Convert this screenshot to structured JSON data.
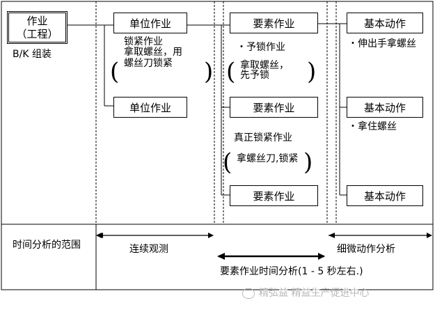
{
  "root": {
    "title_line1": "作业",
    "title_line2": "（工程）",
    "subtitle": "B/K 组装"
  },
  "col1": {
    "unit1": "单位作业",
    "note_line1": "锁紧作业",
    "note_line2": "拿取螺丝，用",
    "note_line3": "螺丝刀锁紧",
    "unit2": "单位作业"
  },
  "col2": {
    "elem1": "要素作业",
    "note1_title": "・予锁作业",
    "note1_line1": "拿取螺丝，",
    "note1_line2": "先予锁",
    "elem2": "要素作业",
    "note2_title": "真正锁紧作业",
    "note2_line1": "拿螺丝刀,锁紧",
    "elem3": "要素作业"
  },
  "col3": {
    "basic1": "基本动作",
    "note1": "・伸出手拿螺丝",
    "basic2": "基本动作",
    "note2": "・拿住螺丝",
    "basic3": "基本动作"
  },
  "bottom": {
    "scope_label": "时间分析的范围",
    "continuous": "连续观测",
    "micro": "细微动作分析",
    "element_time": "要素作业时间分析(1 - 5 秒左右.)"
  },
  "watermark": "精弘益 精益生产促进中心"
}
